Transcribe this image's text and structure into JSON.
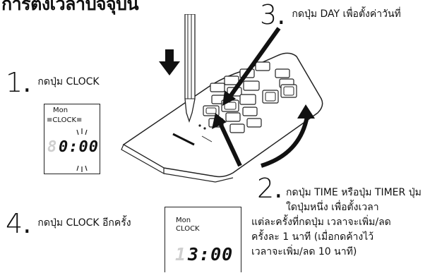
{
  "title": "การตั้งเวลาปัจจุบัน",
  "step1": {
    "number": "1",
    "dot": ".",
    "text": "กดปุ่ม CLOCK"
  },
  "step2": {
    "number": "2",
    "dot": ".",
    "lines": [
      "กดปุ่ม TIME หรือปุ่ม TIMER ปุ่ม",
      "ใดปุ่มหนึ่ง เพื่อตั้งเวลา",
      "แต่ละครั้งที่กดปุ่ม เวลาจะเพิ่ม/ลด",
      "ครั้งละ 1 นาที (เมื่อกดค้างไว้",
      "เวลาจะเพิ่ม/ลด 10 นาที)"
    ]
  },
  "step3": {
    "number": "3",
    "dot": ".",
    "text": "กดปุ่ม DAY เพื่อตั้งค่าวันที่"
  },
  "step4": {
    "number": "4",
    "dot": ".",
    "text": "กดปุ่ม CLOCK อีกครั้ง"
  },
  "display1": {
    "day": "Mon",
    "label": "CLOCK",
    "time_ghost": "8",
    "time": "0:00"
  },
  "display2": {
    "day": "Mon",
    "label": "CLOCK",
    "time_ghost": "1",
    "time": "3:00"
  },
  "icons": [
    "down-arrow-icon",
    "pen-stylus-icon",
    "remote-control-illustration",
    "pointer-arrow-icon",
    "curved-arrow-icon"
  ]
}
